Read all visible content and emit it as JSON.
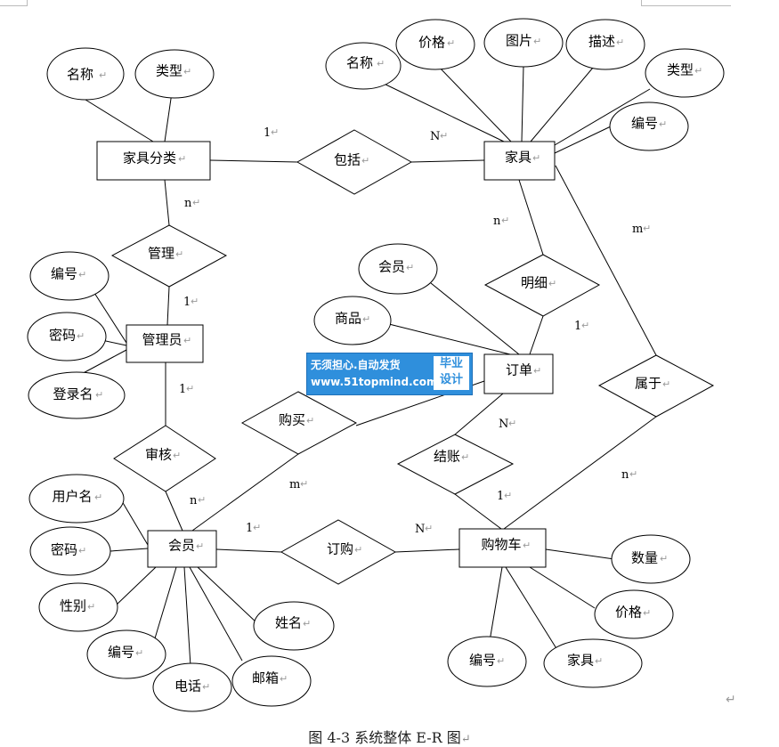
{
  "watermark": {
    "line1": "无须担心.自动发货",
    "line2": "www.51topmind.com",
    "badge1": "毕业",
    "badge2": "设计"
  },
  "caption": "图 4-3  系统整体 E-R 图",
  "return_mark": "↵",
  "entities": {
    "furniture_category": "家具分类",
    "furniture": "家具",
    "admin": "管理员",
    "order": "订单",
    "member": "会员",
    "cart": "购物车"
  },
  "relationships": {
    "contains": "包括",
    "manages": "管理",
    "detail": "明细",
    "purchase": "购买",
    "belongs": "属于",
    "checkout": "结账",
    "audit": "审核",
    "place_order": "订购"
  },
  "attributes": {
    "category_name": "名称",
    "category_type": "类型",
    "furn_name": "名称",
    "furn_price": "价格",
    "furn_image": "图片",
    "furn_desc": "描述",
    "furn_type": "类型",
    "furn_id": "编号",
    "admin_id": "编号",
    "admin_pwd": "密码",
    "admin_login": "登录名",
    "order_member": "会员",
    "order_goods": "商品",
    "mem_username": "用户名",
    "mem_pwd": "密码",
    "mem_gender": "性别",
    "mem_id": "编号",
    "mem_phone": "电话",
    "mem_email": "邮箱",
    "mem_name": "姓名",
    "cart_qty": "数量",
    "cart_price": "价格",
    "cart_furn": "家具",
    "cart_id": "编号"
  },
  "cardinalities": {
    "cat_contains": "1",
    "furn_contains": "N",
    "cat_manages": "n",
    "admin_manages": "1",
    "furn_detail": "n",
    "order_detail": "1",
    "furn_belongs": "m",
    "cart_belongs": "n",
    "admin_audit": "1",
    "member_audit": "n",
    "member_purchase": "m",
    "order_checkout": "N",
    "cart_checkout": "1",
    "member_place": "1",
    "cart_place": "N"
  }
}
